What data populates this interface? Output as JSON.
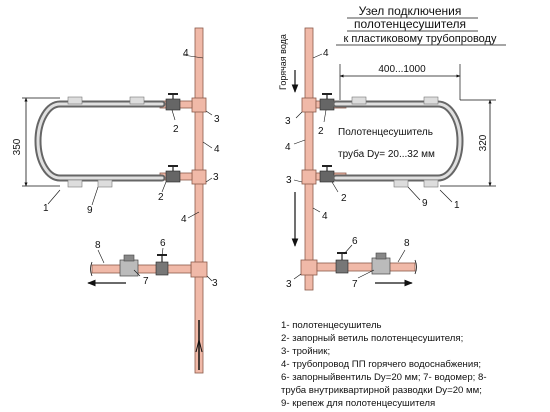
{
  "title": {
    "line1": "Узел подключения",
    "line2": "полотенцесушителя",
    "line3": "к пластиковому трубопроводу"
  },
  "left": {
    "dim_height": "350",
    "callouts": {
      "c1": "1",
      "c2a": "2",
      "c2b": "2",
      "c3a": "3",
      "c3b": "3",
      "c3c": "3",
      "c4a": "4",
      "c4b": "4",
      "c4c": "4",
      "c6": "6",
      "c7": "7",
      "c8": "8",
      "c9": "9"
    }
  },
  "right": {
    "dim_width": "400...1000",
    "dim_height": "320",
    "flow_label": "Горячая вода",
    "towel_label": "Полотенцесушитель",
    "pipe_label": "труба Dy= 20...32 мм",
    "callouts": {
      "c1": "1",
      "c2a": "2",
      "c2b": "2",
      "c3a": "3",
      "c3b": "3",
      "c3c": "3",
      "c4a": "4",
      "c4b": "4",
      "c4c": "4",
      "c6": "6",
      "c7": "7",
      "c8": "8",
      "c9": "9"
    }
  },
  "legend": [
    "1- полотенцесушитель",
    "2- запорный ветиль полотенцесушителя;",
    "3- тройник;",
    "4- трубопровод ПП горячего водоснабжения;",
    "6- запорныйвентиль Dy=20 мм; 7- водомер; 8-",
    "труба внутриквартирной разводки Dy=20 мм;",
    "9- крепеж для полотенцесушителя"
  ],
  "colors": {
    "pipe": "#f0b9a8",
    "pipe_stroke": "#8b5a4a",
    "towel": "#c9c9c9",
    "ink": "#111111"
  }
}
